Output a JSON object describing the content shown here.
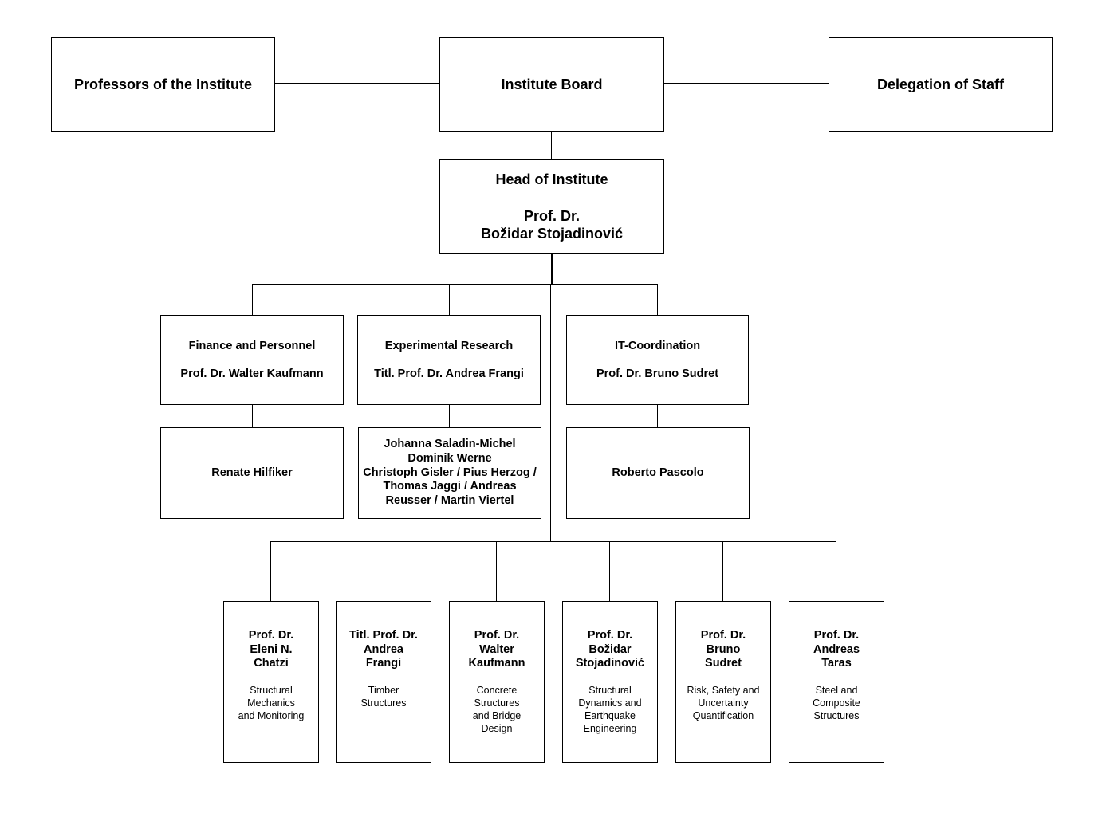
{
  "top": {
    "professors": "Professors of the Institute",
    "board": "Institute Board",
    "delegation": "Delegation of Staff"
  },
  "head": {
    "title": "Head of Institute",
    "name_line1": "Prof. Dr.",
    "name_line2": "Božidar Stojadinović"
  },
  "units": [
    {
      "title": "Finance and Personnel",
      "lead": "Prof. Dr. Walter Kaufmann",
      "staff": [
        "Renate Hilfiker"
      ]
    },
    {
      "title": "Experimental Research",
      "lead": "Titl. Prof. Dr. Andrea Frangi",
      "staff": [
        "Johanna Saladin-Michel",
        "Dominik Werne",
        "Christoph Gisler / Pius Herzog /",
        "Thomas Jaggi / Andreas",
        "Reusser / Martin Viertel"
      ]
    },
    {
      "title": "IT-Coordination",
      "lead": "Prof. Dr. Bruno Sudret",
      "staff": [
        "Roberto Pascolo"
      ]
    }
  ],
  "chairs": [
    {
      "name": [
        "Prof. Dr.",
        "Eleni N.",
        "Chatzi"
      ],
      "dept": [
        "Structural",
        "Mechanics",
        "and Monitoring"
      ]
    },
    {
      "name": [
        "Titl. Prof. Dr.",
        "Andrea",
        "Frangi"
      ],
      "dept": [
        "Timber",
        "Structures"
      ]
    },
    {
      "name": [
        "Prof. Dr.",
        "Walter",
        "Kaufmann"
      ],
      "dept": [
        "Concrete",
        "Structures",
        "and Bridge",
        "Design"
      ]
    },
    {
      "name": [
        "Prof. Dr.",
        "Božidar",
        "Stojadinović"
      ],
      "dept": [
        "Structural",
        "Dynamics and",
        "Earthquake",
        "Engineering"
      ]
    },
    {
      "name": [
        "Prof. Dr.",
        "Bruno",
        "Sudret"
      ],
      "dept": [
        "Risk, Safety and",
        "Uncertainty",
        "Quantification"
      ]
    },
    {
      "name": [
        "Prof. Dr.",
        "Andreas",
        "Taras"
      ],
      "dept": [
        "Steel and",
        "Composite",
        "Structures"
      ]
    }
  ]
}
